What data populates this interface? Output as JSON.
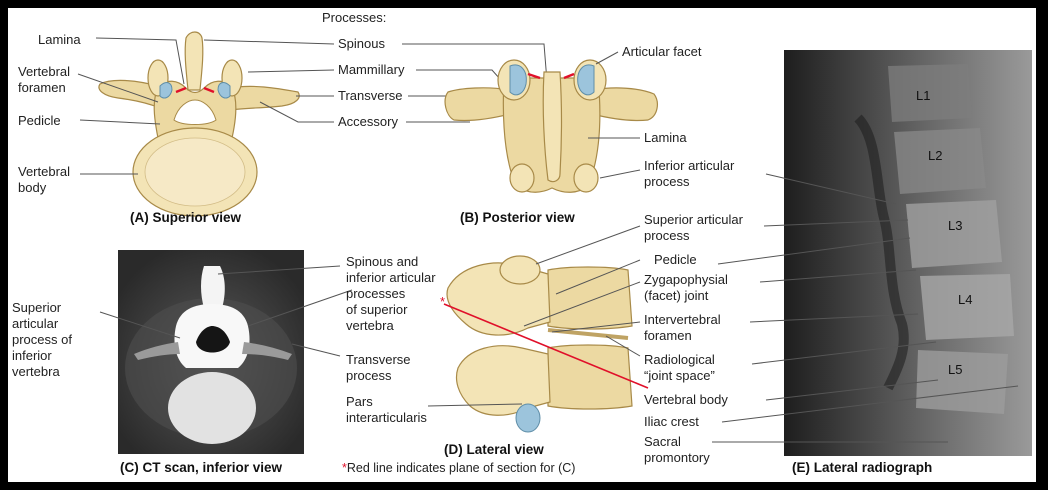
{
  "panels": {
    "A": {
      "caption": "(A)  Superior view",
      "labels": {
        "lamina": "Lamina",
        "vertebral_foramen_1": "Vertebral",
        "vertebral_foramen_2": "foramen",
        "pedicle": "Pedicle",
        "vertebral_body_1": "Vertebral",
        "vertebral_body_2": "body"
      }
    },
    "processes": {
      "heading": "Processes:",
      "spinous": "Spinous",
      "mammillary": "Mammillary",
      "transverse": "Transverse",
      "accessory": "Accessory"
    },
    "B": {
      "caption": "(B)  Posterior view",
      "labels": {
        "articular_facet": "Articular facet",
        "lamina": "Lamina",
        "inferior_articular_1": "Inferior articular",
        "inferior_articular_2": "process"
      }
    },
    "C": {
      "caption": "(C)  CT scan, inferior view",
      "labels": {
        "spinous_1": "Spinous and",
        "spinous_2": "inferior articular",
        "spinous_3": "processes",
        "spinous_4": "of superior",
        "spinous_5": "vertebra",
        "superior_1": "Superior",
        "superior_2": "articular",
        "superior_3": "process of",
        "superior_4": "inferior",
        "superior_5": "vertebra",
        "transverse_1": "Transverse",
        "transverse_2": "process",
        "pars_1": "Pars",
        "pars_2": "interarticularis"
      }
    },
    "D": {
      "caption": "(D)  Lateral view",
      "labels": {
        "superior_articular_1": "Superior articular",
        "superior_articular_2": "process",
        "pedicle": "Pedicle",
        "zyg_1": "Zygapophysial",
        "zyg_2": "(facet) joint",
        "interv_1": "Intervertebral",
        "interv_2": "foramen",
        "radio_1": "Radiological",
        "radio_2": "“joint space”",
        "vertebral_body": "Vertebral body",
        "iliac_crest": "Iliac crest",
        "sacral_1": "Sacral",
        "sacral_2": "promontory"
      },
      "note_star": "*",
      "note_text": "Red line indicates plane of section for (C)"
    },
    "E": {
      "caption": "(E)  Lateral radiograph",
      "levels": [
        "L1",
        "L2",
        "L3",
        "L4",
        "L5"
      ]
    }
  },
  "colors": {
    "bone": "#ecd9a2",
    "facet": "#9cc4dc",
    "arrow_red": "#e0102a",
    "ct_background": "#3a3a3a",
    "xray_background": "#2b2b2b"
  }
}
